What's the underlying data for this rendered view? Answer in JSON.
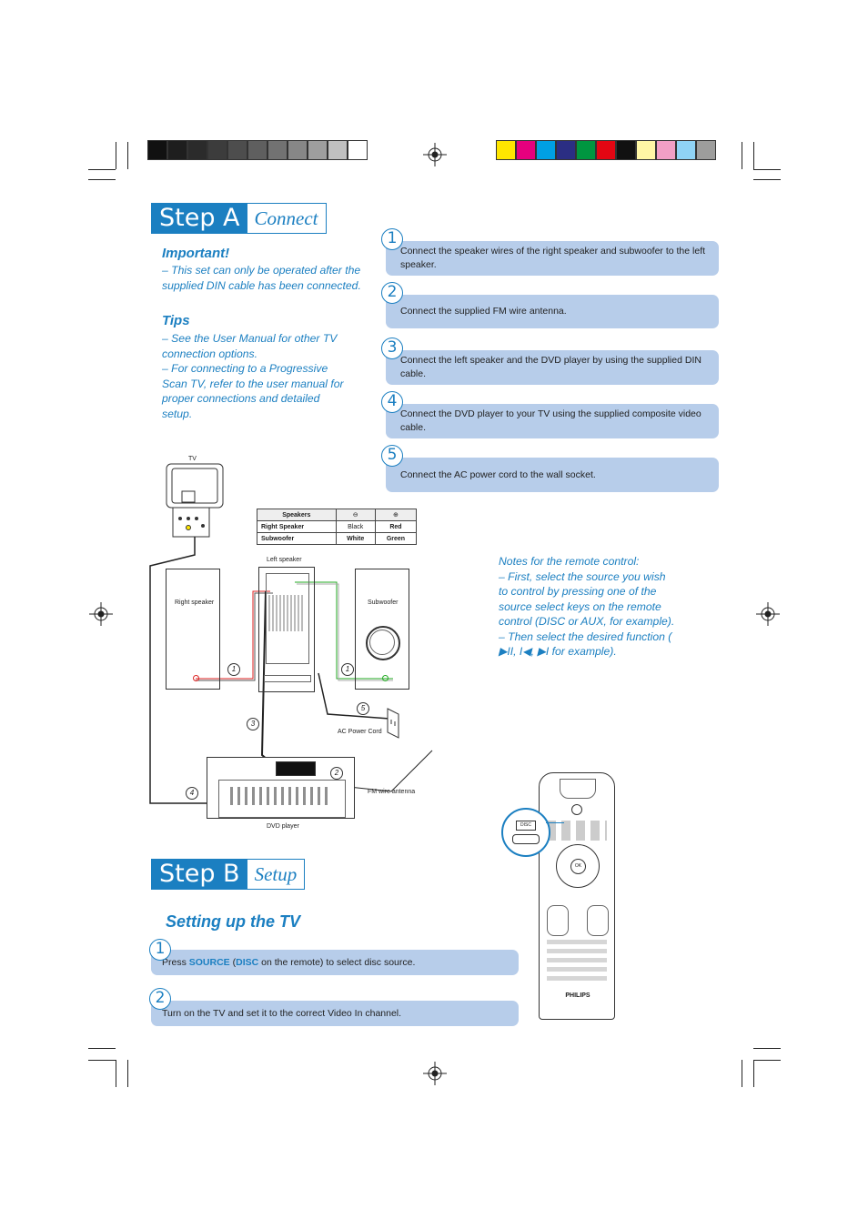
{
  "step_a": {
    "badge": "Step A",
    "title": "Connect",
    "important": {
      "heading": "Important!",
      "text": "–  This set can only be operated after the supplied DIN cable has been connected."
    },
    "tips": {
      "heading": "Tips",
      "lines": [
        "–  See the User Manual for other TV connection options.",
        "–  For connecting to a Progressive Scan TV, refer to the user manual for proper connections and detailed setup."
      ]
    },
    "steps": [
      {
        "num": "1",
        "text": "Connect the speaker wires of the right speaker and subwoofer to the left speaker."
      },
      {
        "num": "2",
        "text": "Connect the supplied FM wire antenna."
      },
      {
        "num": "3",
        "text": "Connect the left speaker and the DVD player by using the supplied DIN cable."
      },
      {
        "num": "4",
        "text": "Connect the DVD player to your TV using the supplied composite video cable."
      },
      {
        "num": "5",
        "text": "Connect the AC power cord to the wall socket."
      }
    ]
  },
  "diagram": {
    "tv_label": "TV",
    "speakers_table": {
      "headers": [
        "Speakers",
        "⊖",
        "⊕"
      ],
      "rows": [
        [
          "Right Speaker",
          "Black",
          "Red"
        ],
        [
          "Subwoofer",
          "White",
          "Green"
        ]
      ]
    },
    "left_speaker_label": "Left speaker",
    "right_speaker_label": "Right speaker",
    "subwoofer_label": "Subwoofer",
    "ac_cord_label": "AC Power Cord",
    "fm_antenna_label": "FM wire antenna",
    "dvd_label": "DVD player",
    "callouts": [
      "1",
      "1",
      "2",
      "3",
      "4",
      "5"
    ]
  },
  "remote_notes": {
    "heading": "Notes for the remote control:",
    "lines": [
      "–  First, select the source you wish to control by pressing one of the source select keys on the remote control (DISC or AUX, for example).",
      "–  Then select the desired function ( ▶II, I◀, ▶I for example)."
    ]
  },
  "remote": {
    "brand": "PHILIPS",
    "ok_label": "OK",
    "highlight_label": "DISC"
  },
  "step_b": {
    "badge": "Step B",
    "title": "Setup",
    "section_title": "Setting up the TV",
    "step1": {
      "num": "1",
      "pre": "Press ",
      "kw1": "SOURCE",
      "mid": " (",
      "kw2": "DISC",
      "post": " on the remote) to select disc source."
    },
    "step2": {
      "num": "2",
      "text": "Turn on the TV and set it to the correct Video In channel."
    }
  },
  "colors": {
    "accent": "#1b7fc1",
    "box": "#b7cdea"
  }
}
